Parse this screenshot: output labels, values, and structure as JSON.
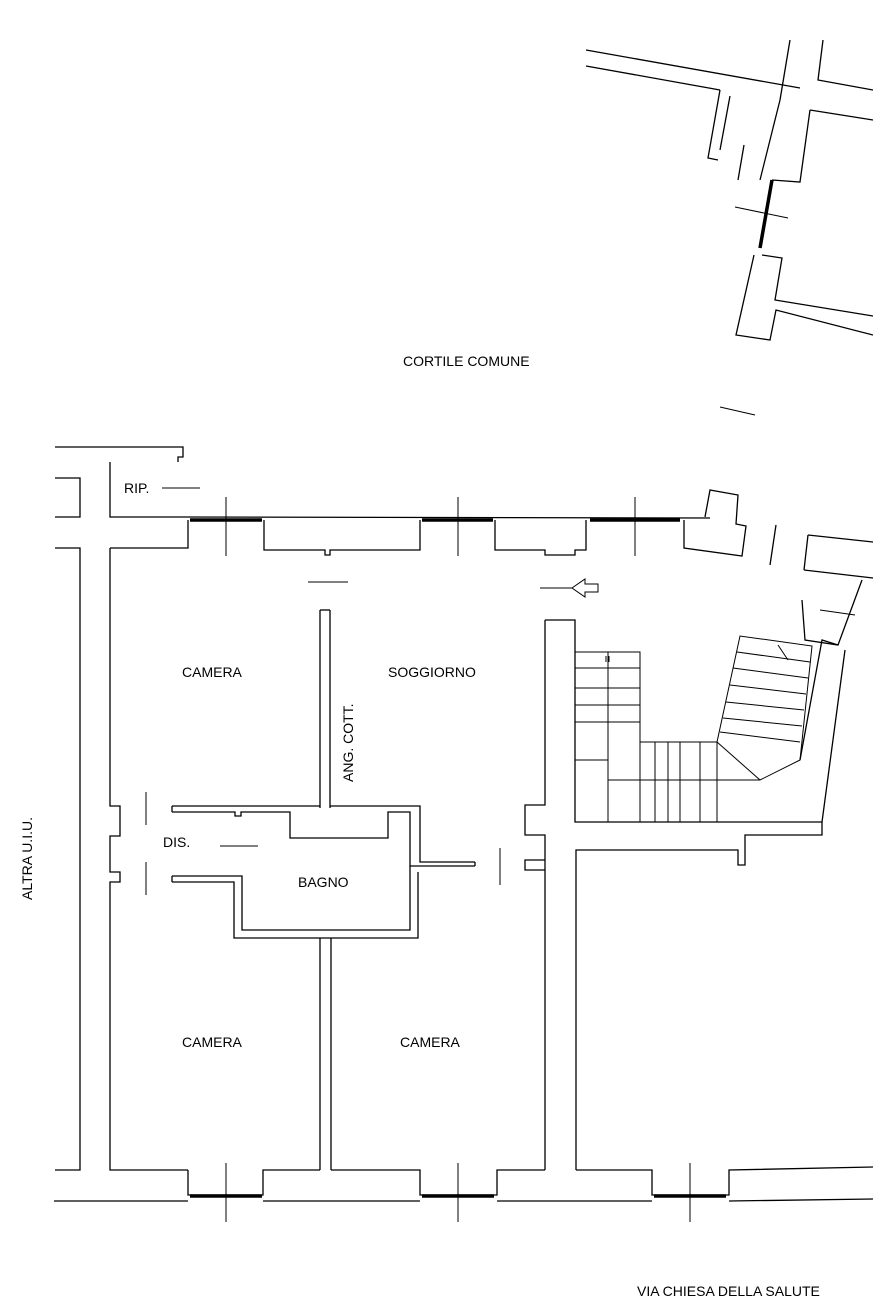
{
  "labels": {
    "courtyard": "CORTILE COMUNE",
    "storage": "RIP.",
    "bedroom_top": "CAMERA",
    "living": "SOGGIORNO",
    "kitchenette": "ANG. COTT.",
    "hall": "DIS.",
    "bathroom": "BAGNO",
    "bedroom_bottom_left": "CAMERA",
    "bedroom_bottom_right": "CAMERA",
    "neighbor_unit": "ALTRA U.I.U.",
    "street": "VIA CHIESA DELLA SALUTE"
  }
}
